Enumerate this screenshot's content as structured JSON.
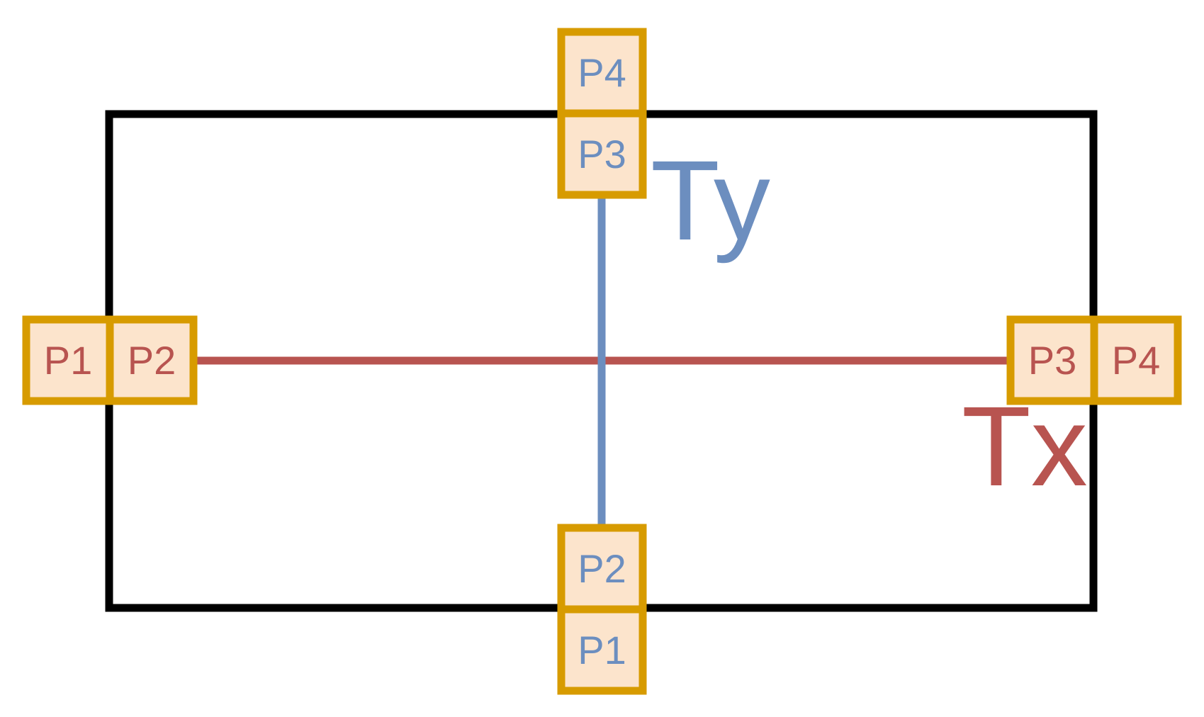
{
  "colors": {
    "background": "#FFFFFF",
    "outline": "#000000",
    "pad_fill": "#FCE4CC",
    "pad_border": "#D79B00",
    "x_axis": "#B85450",
    "y_axis": "#6C8EBF"
  },
  "y_axis": {
    "label": "Ty",
    "pads": [
      "P4",
      "P3",
      "P2",
      "P1"
    ]
  },
  "x_axis": {
    "label": "Tx",
    "pads": [
      "P1",
      "P2",
      "P3",
      "P4"
    ]
  }
}
